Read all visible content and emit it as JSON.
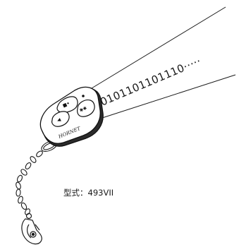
{
  "signal": {
    "bits": "0101101101110·····",
    "beam_color": "#1a1a1a"
  },
  "remote": {
    "brand": "HORNET",
    "buttons": [
      {
        "glyph": "■•",
        "icon": "lock-icon"
      },
      {
        "glyph": "✱✱",
        "icon": "star-icon"
      },
      {
        "glyph": "◀",
        "icon": "trunk-icon"
      }
    ]
  },
  "caption": {
    "model_text": "型式：493VII"
  }
}
